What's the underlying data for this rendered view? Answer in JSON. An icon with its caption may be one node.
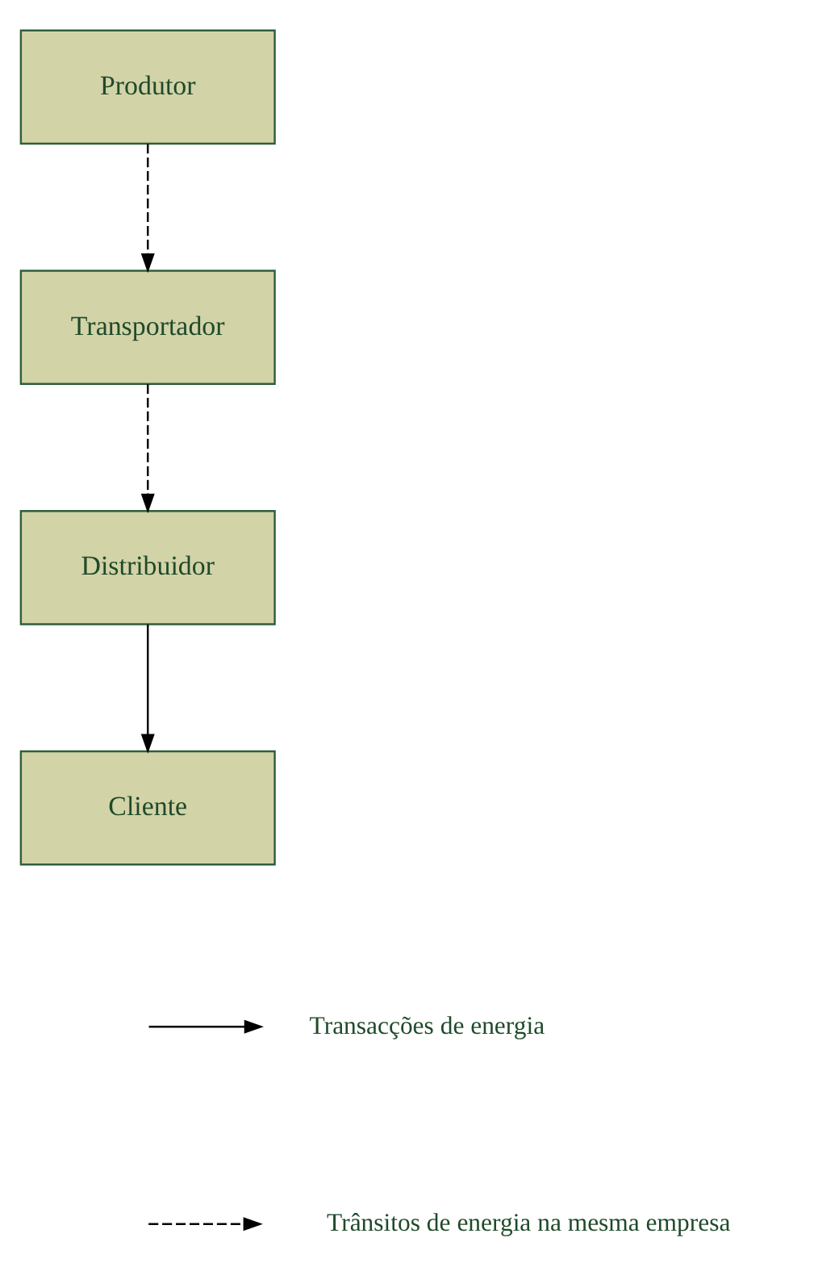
{
  "diagram": {
    "nodes": [
      {
        "text": [
          "Produtor"
        ]
      },
      {
        "text": [
          "Transportador"
        ]
      },
      {
        "text": [
          "Distribuidor"
        ]
      },
      {
        "text": [
          "Cliente"
        ]
      }
    ],
    "edges": [
      {
        "from": 0,
        "to": 1,
        "arrow": "to",
        "style": "dashed"
      },
      {
        "from": 1,
        "to": 2,
        "arrow": "to",
        "style": "dashed"
      },
      {
        "from": 2,
        "to": 3,
        "arrow": "to"
      }
    ],
    "legend": [
      {
        "text": "Transacções de energia"
      },
      {
        "text": "Trânsitos de energia na mesma empresa"
      }
    ]
  }
}
